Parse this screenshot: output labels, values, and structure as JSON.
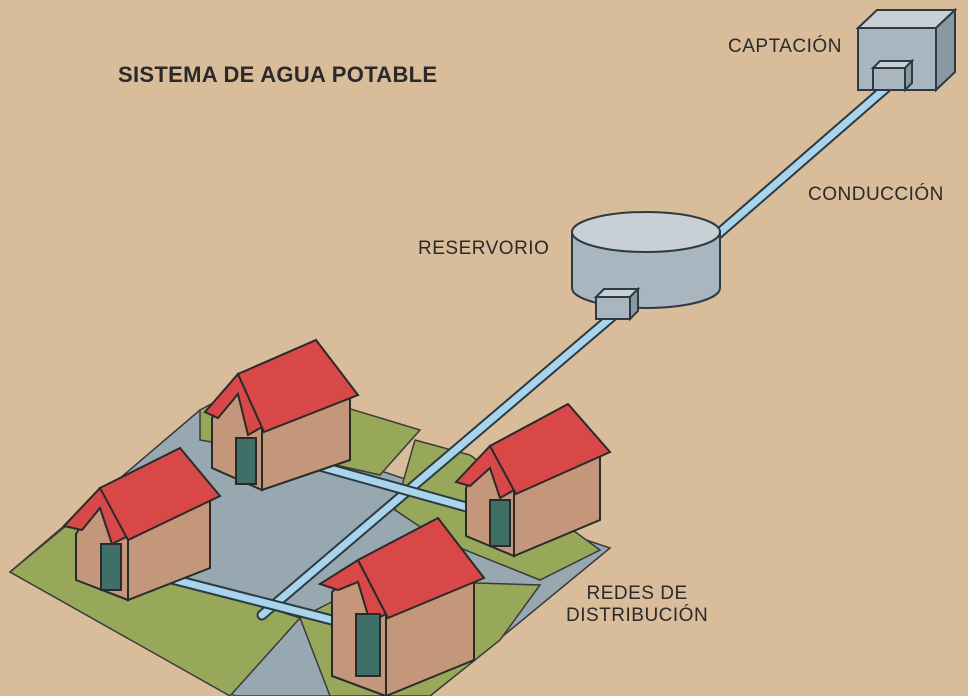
{
  "title": "SISTEMA DE AGUA POTABLE",
  "labels": {
    "captacion": "CAPTACIÓN",
    "conduccion": "CONDUCCIÓN",
    "reservorio": "RESERVORIO",
    "redes_line1": "REDES DE",
    "redes_line2": "DISTRIBUCIÓN"
  },
  "colors": {
    "background": "#d9bc9a",
    "grass": "#98a85a",
    "road": "#98a8b0",
    "water_pipe": "#a8d4ec",
    "roof": "#d94848",
    "wall": "#c4967a",
    "door": "#3e7068",
    "tank": "#a9b6c0"
  }
}
